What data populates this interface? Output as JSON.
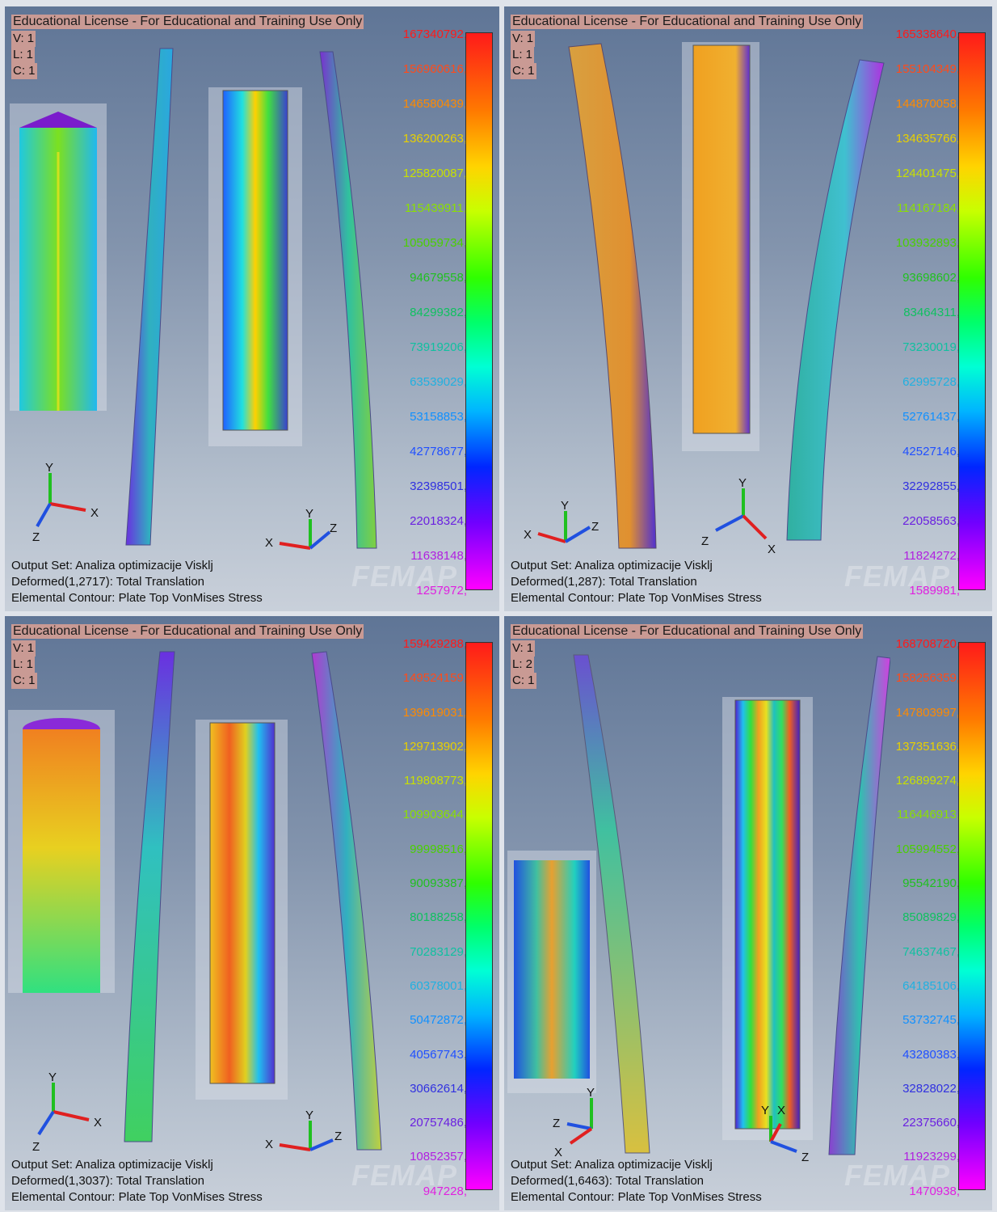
{
  "panels": [
    {
      "license": "Educational License - For Educational and Training Use Only",
      "v": "V: 1",
      "l": "L: 1",
      "c": "C: 1",
      "output_set": "Output Set: Analiza optimizacije Visklj",
      "deformed": "Deformed(1,2717): Total Translation",
      "contour": "Elemental Contour: Plate Top VonMises Stress",
      "levels": [
        "167340792,",
        "156960616,",
        "146580439,",
        "136200263,",
        "125820087,",
        "115439911,",
        "105059734,",
        "94679558,",
        "84299382,",
        "73919206,",
        "63539029,",
        "53158853,",
        "42778677,",
        "32398501,",
        "22018324,",
        "11638148,",
        "1257972,"
      ]
    },
    {
      "license": "Educational License - For Educational and Training Use Only",
      "v": "V: 1",
      "l": "L: 1",
      "c": "C: 1",
      "output_set": "Output Set: Analiza optimizacije Visklj",
      "deformed": "Deformed(1,287): Total Translation",
      "contour": "Elemental Contour: Plate Top VonMises Stress",
      "levels": [
        "165338640,",
        "155104349,",
        "144870058,",
        "134635766,",
        "124401475,",
        "114167184,",
        "103932893,",
        "93698602,",
        "83464311,",
        "73230019,",
        "62995728,",
        "52761437,",
        "42527146,",
        "32292855,",
        "22058563,",
        "11824272,",
        "1589981,"
      ]
    },
    {
      "license": "Educational License - For Educational and Training Use Only",
      "v": "V: 1",
      "l": "L: 1",
      "c": "C: 1",
      "output_set": "Output Set: Analiza optimizacije Visklj",
      "deformed": "Deformed(1,3037): Total Translation",
      "contour": "Elemental Contour: Plate Top VonMises Stress",
      "levels": [
        "159429288,",
        "149524159,",
        "139619031,",
        "129713902,",
        "119808773,",
        "109903644,",
        "99998516,",
        "90093387,",
        "80188258,",
        "70283129,",
        "60378001,",
        "50472872,",
        "40567743,",
        "30662614,",
        "20757486,",
        "10852357,",
        "947228,"
      ]
    },
    {
      "license": "Educational License - For Educational and Training Use Only",
      "v": "V: 1",
      "l": "L: 2",
      "c": "C: 1",
      "output_set": "Output Set: Analiza optimizacije Visklj",
      "deformed": "Deformed(1,6463): Total Translation",
      "contour": "Elemental Contour: Plate Top VonMises Stress",
      "levels": [
        "168708720,",
        "158256359,",
        "147803997,",
        "137351636,",
        "126899274,",
        "116446913,",
        "105994552,",
        "95542190,",
        "85089829,",
        "74637467,",
        "64185106,",
        "53732745,",
        "43280383,",
        "32828022,",
        "22375660,",
        "11923299,",
        "1470938,"
      ]
    }
  ],
  "level_colors": [
    "#ff1a1a",
    "#ff4b1a",
    "#ff8a00",
    "#e8d000",
    "#c8e000",
    "#8be000",
    "#4ad000",
    "#20c020",
    "#10c060",
    "#10c0a0",
    "#20b0e0",
    "#1090ff",
    "#2050ff",
    "#3030e0",
    "#6a20e0",
    "#b020e0",
    "#e020e0"
  ],
  "watermark": "FEMAP"
}
